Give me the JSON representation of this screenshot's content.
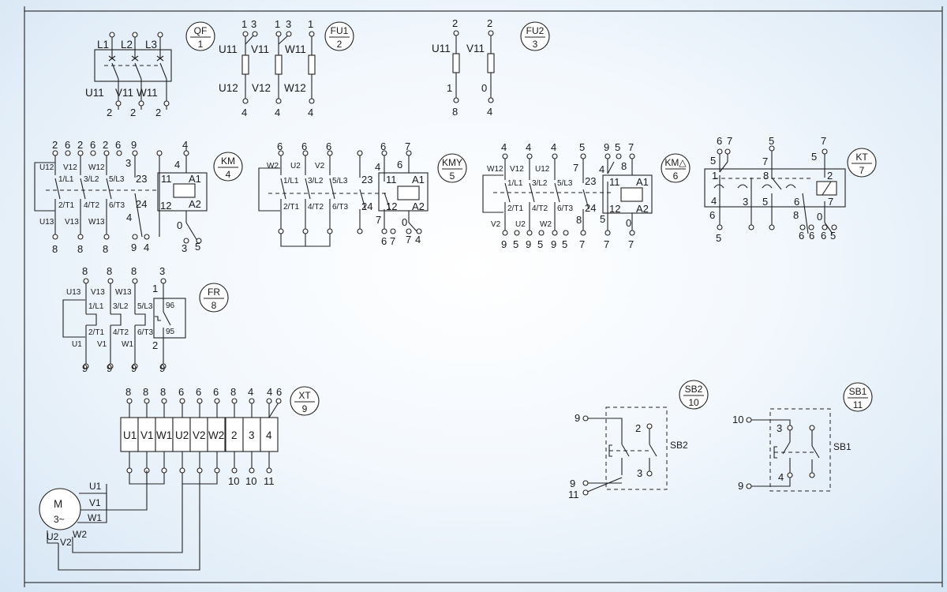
{
  "tags": {
    "qf": {
      "name": "QF",
      "num": "1"
    },
    "fu1": {
      "name": "FU1",
      "num": "2"
    },
    "fu2": {
      "name": "FU2",
      "num": "3"
    },
    "km": {
      "name": "KM",
      "num": "4"
    },
    "kmy": {
      "name": "KMY",
      "num": "5"
    },
    "kmd": {
      "name": "KM△",
      "num": "6"
    },
    "kt": {
      "name": "KT",
      "num": "7"
    },
    "fr": {
      "name": "FR",
      "num": "8"
    },
    "xt": {
      "name": "XT",
      "num": "9"
    },
    "sb2": {
      "name": "SB2",
      "num": "10"
    },
    "sb1": {
      "name": "SB1",
      "num": "11"
    }
  },
  "qf": {
    "top": [
      "L1",
      "L2",
      "L3"
    ],
    "bottom": [
      "U11",
      "V11",
      "W11"
    ],
    "bottom_nums": [
      "2",
      "2",
      "2"
    ]
  },
  "fu1": {
    "top_nums": [
      "1",
      "3",
      "1",
      "3",
      "1"
    ],
    "left": [
      "U11",
      "V11",
      "W11"
    ],
    "right": [
      "U12",
      "V12",
      "W12"
    ],
    "bottom_nums": [
      "4",
      "4",
      "4"
    ]
  },
  "fu2": {
    "top_nums": [
      "2",
      "2"
    ],
    "left": [
      "U11",
      "V11"
    ],
    "mid": [
      "1",
      "0"
    ],
    "bottom_nums": [
      "8",
      "4"
    ]
  },
  "km": {
    "top_nums": [
      "2",
      "6",
      "2",
      "6",
      "2",
      "6",
      "9",
      "4"
    ],
    "phase_top": [
      "U12",
      "V12",
      "W12"
    ],
    "poles_top": [
      "1/L1",
      "3/L2",
      "5/L3"
    ],
    "poles_bot": [
      "2/T1",
      "4/T2",
      "6/T3"
    ],
    "phase_bot": [
      "U13",
      "V13",
      "W13"
    ],
    "aux": [
      "3",
      "23",
      "24",
      "4",
      "11",
      "12",
      "4",
      "0"
    ],
    "coil": [
      "A1",
      "A2"
    ],
    "bottom_nums": [
      "8",
      "8",
      "8",
      "9",
      "4",
      "3",
      "5"
    ]
  },
  "kmy": {
    "top_nums": [
      "6",
      "6",
      "6",
      "6",
      "7"
    ],
    "phase_top": [
      "W2",
      "U2",
      "V2"
    ],
    "poles_top": [
      "1/L1",
      "3/L2",
      "5/L3"
    ],
    "poles_bot": [
      "2/T1",
      "4/T2",
      "6/T3"
    ],
    "aux": [
      "23",
      "24",
      "4",
      "11",
      "12",
      "6",
      "7",
      "0"
    ],
    "coil": [
      "A1",
      "A2"
    ],
    "bottom_nums": [
      "6",
      "7",
      "7",
      "4"
    ]
  },
  "kmd": {
    "top_nums": [
      "4",
      "4",
      "4",
      "5",
      "9",
      "5",
      "7"
    ],
    "phase_top": [
      "W12",
      "V12",
      "U12"
    ],
    "poles_top": [
      "1/L1",
      "3/L2",
      "5/L3"
    ],
    "poles_bot": [
      "2/T1",
      "4/T2",
      "6/T3"
    ],
    "phase_bot": [
      "V2",
      "U2",
      "W2"
    ],
    "aux": [
      "7",
      "23",
      "24",
      "8",
      "4",
      "8",
      "11",
      "12",
      "5",
      "0"
    ],
    "coil": [
      "A1",
      "A2"
    ],
    "bottom_nums": [
      "9",
      "5",
      "9",
      "5",
      "9",
      "5",
      "7",
      "7",
      "7"
    ]
  },
  "kt": {
    "top_nums": [
      "6",
      "7",
      "5",
      "7",
      "5",
      "7"
    ],
    "labels": [
      "5",
      "1",
      "4",
      "6",
      "3",
      "8",
      "5",
      "6",
      "2",
      "7",
      "0",
      "8"
    ],
    "bottom_nums": [
      "5",
      "6",
      "6",
      "6",
      "5"
    ]
  },
  "fr": {
    "top_nums": [
      "8",
      "8",
      "8",
      "3"
    ],
    "phase_top": [
      "U13",
      "V13",
      "W13"
    ],
    "poles_top": [
      "1/L1",
      "3/L2",
      "5/L3"
    ],
    "poles_bot": [
      "2/T1",
      "4/T2",
      "6/T3"
    ],
    "phase_bot": [
      "U1",
      "V1",
      "W1"
    ],
    "aux": [
      "1",
      "96",
      "95",
      "2"
    ],
    "bottom_nums": [
      "9",
      "9",
      "9",
      "9"
    ]
  },
  "xt": {
    "top_nums": [
      "8",
      "8",
      "8",
      "6",
      "6",
      "6",
      "8",
      "4",
      "4",
      "6"
    ],
    "cells": [
      "U1",
      "V1",
      "W1",
      "U2",
      "V2",
      "W2",
      "2",
      "3",
      "4"
    ],
    "bottom_nums": [
      "10",
      "10",
      "11"
    ]
  },
  "motor": {
    "label": "M",
    "sub": "3~",
    "leads": [
      "U1",
      "V1",
      "W1",
      "U2",
      "V2",
      "W2"
    ]
  },
  "sb2": {
    "left": [
      "9",
      "9",
      "11"
    ],
    "contacts": [
      "2",
      "3"
    ],
    "label": "SB2"
  },
  "sb1": {
    "left": [
      "10",
      "9"
    ],
    "contacts": [
      "3",
      "4"
    ],
    "label": "SB1"
  }
}
